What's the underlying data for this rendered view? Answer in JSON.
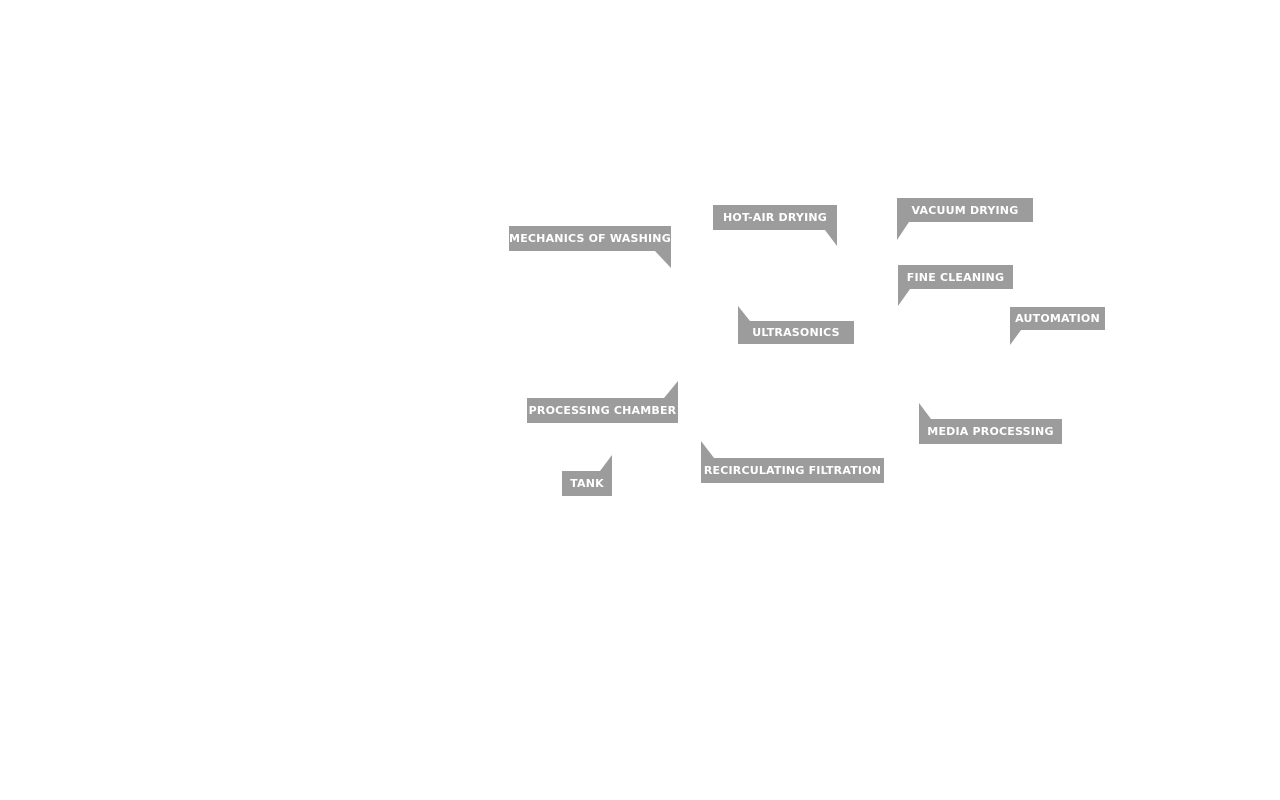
{
  "hotspots": {
    "mechanics_of_washing": {
      "label": "MECHANICS OF WASHING"
    },
    "hot_air_drying": {
      "label": "HOT-AIR DRYING"
    },
    "vacuum_drying": {
      "label": "VACUUM DRYING"
    },
    "fine_cleaning": {
      "label": "FINE CLEANING"
    },
    "ultrasonics": {
      "label": "ULTRASONICS"
    },
    "automation": {
      "label": "AUTOMATION"
    },
    "processing_chamber": {
      "label": "PROCESSING CHAMBER"
    },
    "media_processing": {
      "label": "MEDIA PROCESSING"
    },
    "recirculating_filtration": {
      "label": "RECIRCULATING FILTRATION"
    },
    "tank": {
      "label": "TANK"
    }
  },
  "colors": {
    "label_background": "#9c9c9c",
    "label_text": "#ffffff",
    "page_background": "#ffffff"
  }
}
